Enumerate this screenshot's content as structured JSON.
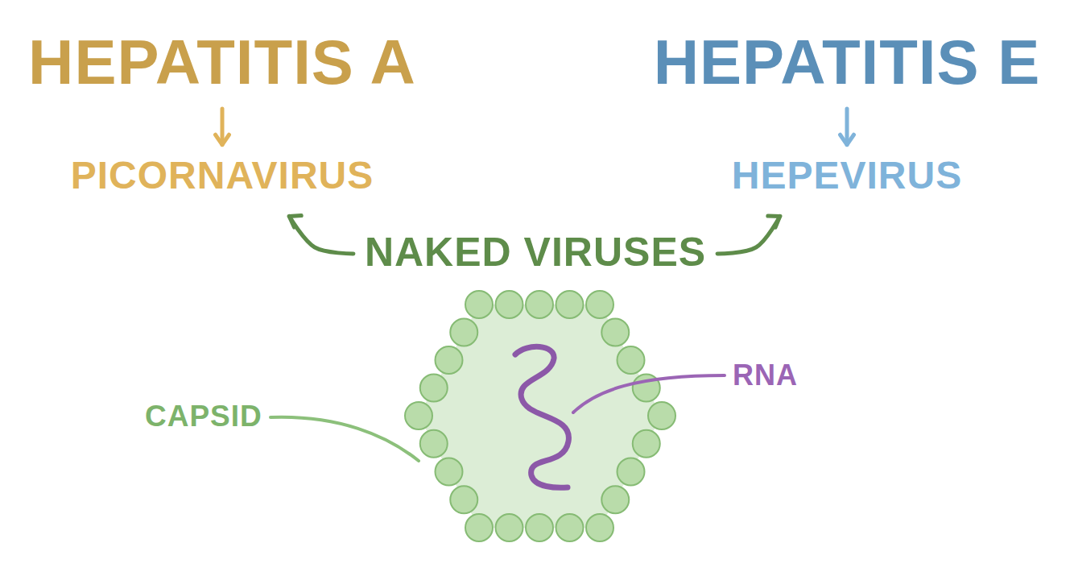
{
  "diagram": {
    "nodes": [
      {
        "text": [
          "HEPATITIS A"
        ]
      },
      {
        "text": [
          "PICORNAVIRUS"
        ]
      },
      {
        "text": [
          "HEPATITIS E"
        ]
      },
      {
        "text": [
          "HEPEVIRUS"
        ]
      },
      {
        "text": [
          "NAKED VIRUSES"
        ]
      }
    ],
    "edges": [
      {
        "from": 0,
        "to": 1,
        "arrow": "to"
      },
      {
        "from": 2,
        "to": 3,
        "arrow": "to"
      },
      {
        "from": 4,
        "to": 1,
        "arrow": "to"
      },
      {
        "from": 4,
        "to": 3,
        "arrow": "to"
      }
    ],
    "labels": [
      "CAPSID",
      "RNA"
    ]
  }
}
